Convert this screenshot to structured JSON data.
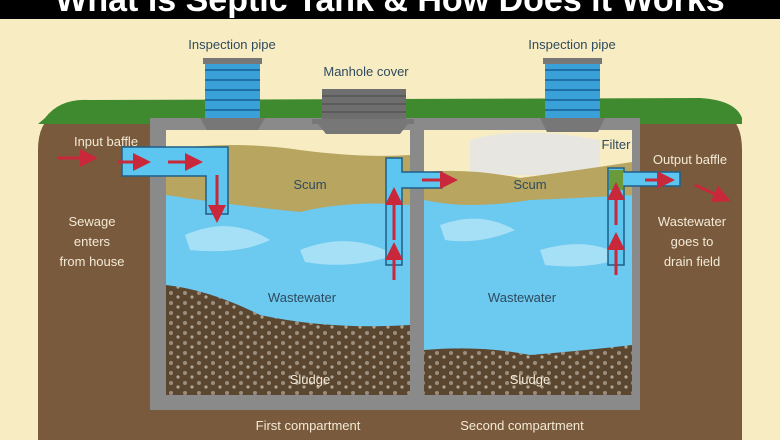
{
  "title": "What is Septic Tank & How Does it Works",
  "labels": {
    "inspection_pipe_left": "Inspection pipe",
    "inspection_pipe_right": "Inspection pipe",
    "manhole_cover": "Manhole cover",
    "input_baffle": "Input baffle",
    "sewage_lines": [
      "Sewage",
      "enters",
      "from house"
    ],
    "scum_1": "Scum",
    "scum_2": "Scum",
    "wastewater_1": "Wastewater",
    "wastewater_2": "Wastewater",
    "sludge_1": "Sludge",
    "sludge_2": "Sludge",
    "filter": "Filter",
    "output_baffle": "Output baffle",
    "drain_lines": [
      "Wastewater",
      "goes to",
      "drain field"
    ],
    "first_compartment": "First compartment",
    "second_compartment": "Second compartment"
  },
  "colors": {
    "background": "#f8edc2",
    "soil": "#7a5a3c",
    "grass": "#3f8a2e",
    "tank_wall": "#8a8a8a",
    "water": "#6cc9ef",
    "scum": "#b8a560",
    "sludge": "#5b4630",
    "pipe": "#5cc6f0",
    "arrow": "#c8283a"
  }
}
